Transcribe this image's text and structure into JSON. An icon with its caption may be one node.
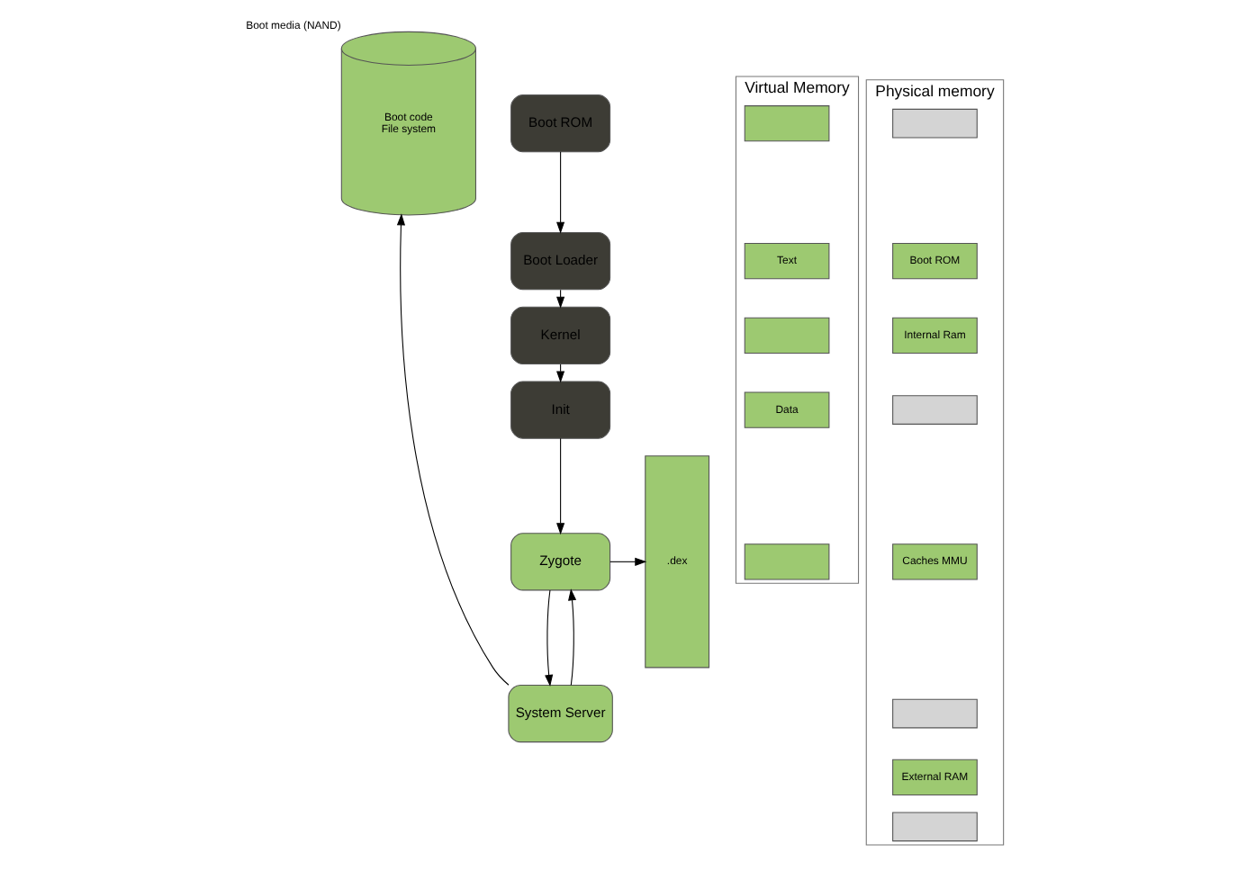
{
  "diagram": {
    "nodes": [
      {
        "text": [
          "Boot code",
          "File system"
        ],
        "beside": [
          "Boot media (NAND)"
        ]
      },
      {
        "text": [
          "Boot ROM"
        ]
      },
      {
        "text": [
          "Boot Loader"
        ]
      },
      {
        "text": [
          "Kernel"
        ]
      },
      {
        "text": [
          "Init"
        ]
      },
      {
        "text": [
          "Zygote"
        ]
      },
      {
        "text": [
          "System Server"
        ]
      },
      {
        "text": [
          ".dex"
        ]
      },
      {
        "text": [
          "Virtual Memory"
        ]
      },
      {
        "text": [],
        "shape": "box",
        "in": 8
      },
      {
        "text": [
          "Text"
        ],
        "in": 8
      },
      {
        "text": [],
        "shape": "box",
        "in": 8
      },
      {
        "text": [
          "Data"
        ],
        "in": 8
      },
      {
        "text": [],
        "shape": "box",
        "in": 8
      },
      {
        "text": [
          "Physical memory"
        ]
      },
      {
        "text": [],
        "shape": "box",
        "in": 14
      },
      {
        "text": [
          "Boot ROM"
        ],
        "in": 14
      },
      {
        "text": [
          "Internal Ram"
        ],
        "in": 14
      },
      {
        "text": [],
        "shape": "box",
        "in": 14
      },
      {
        "text": [
          "Caches MMU"
        ],
        "in": 14
      },
      {
        "text": [],
        "shape": "box",
        "in": 14
      },
      {
        "text": [
          "External RAM"
        ],
        "in": 14
      },
      {
        "text": [],
        "shape": "box",
        "in": 14
      }
    ],
    "edges": [
      {
        "from": 1,
        "to": 2,
        "arrow": "to"
      },
      {
        "from": 2,
        "to": 3,
        "arrow": "to"
      },
      {
        "from": 3,
        "to": 4,
        "arrow": "to"
      },
      {
        "from": 4,
        "to": 5,
        "arrow": "to"
      },
      {
        "from": 5,
        "to": 6,
        "arrow": "to"
      },
      {
        "from": 6,
        "to": 5,
        "arrow": "to"
      },
      {
        "from": 5,
        "to": 7,
        "arrow": "to"
      },
      {
        "from": 6,
        "to": 0,
        "arrow": "to"
      }
    ]
  }
}
